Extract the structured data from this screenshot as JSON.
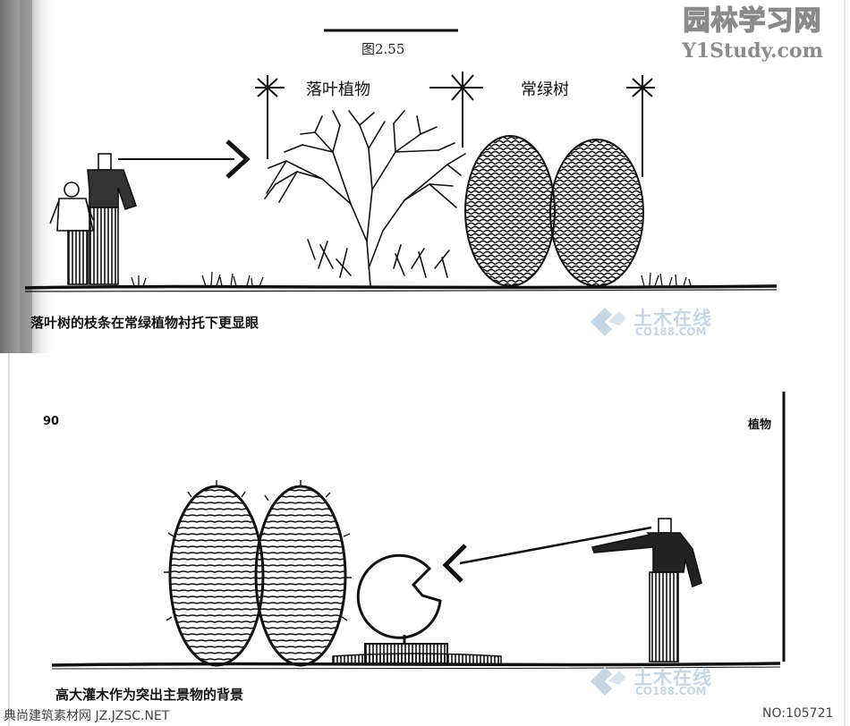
{
  "top_figure": {
    "figure_label": "图2.55",
    "label_deciduous": "落叶植物",
    "label_evergreen": "常绿树",
    "caption": "落叶树的枝条在常绿植物衬托下更显眼"
  },
  "bottom_figure": {
    "page_number": "90",
    "header_right": "植物",
    "caption": "高大灌木作为突出主景物的背景"
  },
  "watermark_site": {
    "name_cn": "园林学习网",
    "name_en": "Y1Study.com"
  },
  "watermark_logo": {
    "name_cn": "土木在线",
    "name_en": "CO188.COM"
  },
  "footer": {
    "left": "典尚建筑素材网 JZ.JZSC.NET",
    "right": "NO:105721"
  },
  "colors": {
    "ink": "#111111",
    "scan_shadow": "#9a9a9a",
    "watermark_gray": "#8c8c8c",
    "logo_blue": "#c8d6e4"
  }
}
